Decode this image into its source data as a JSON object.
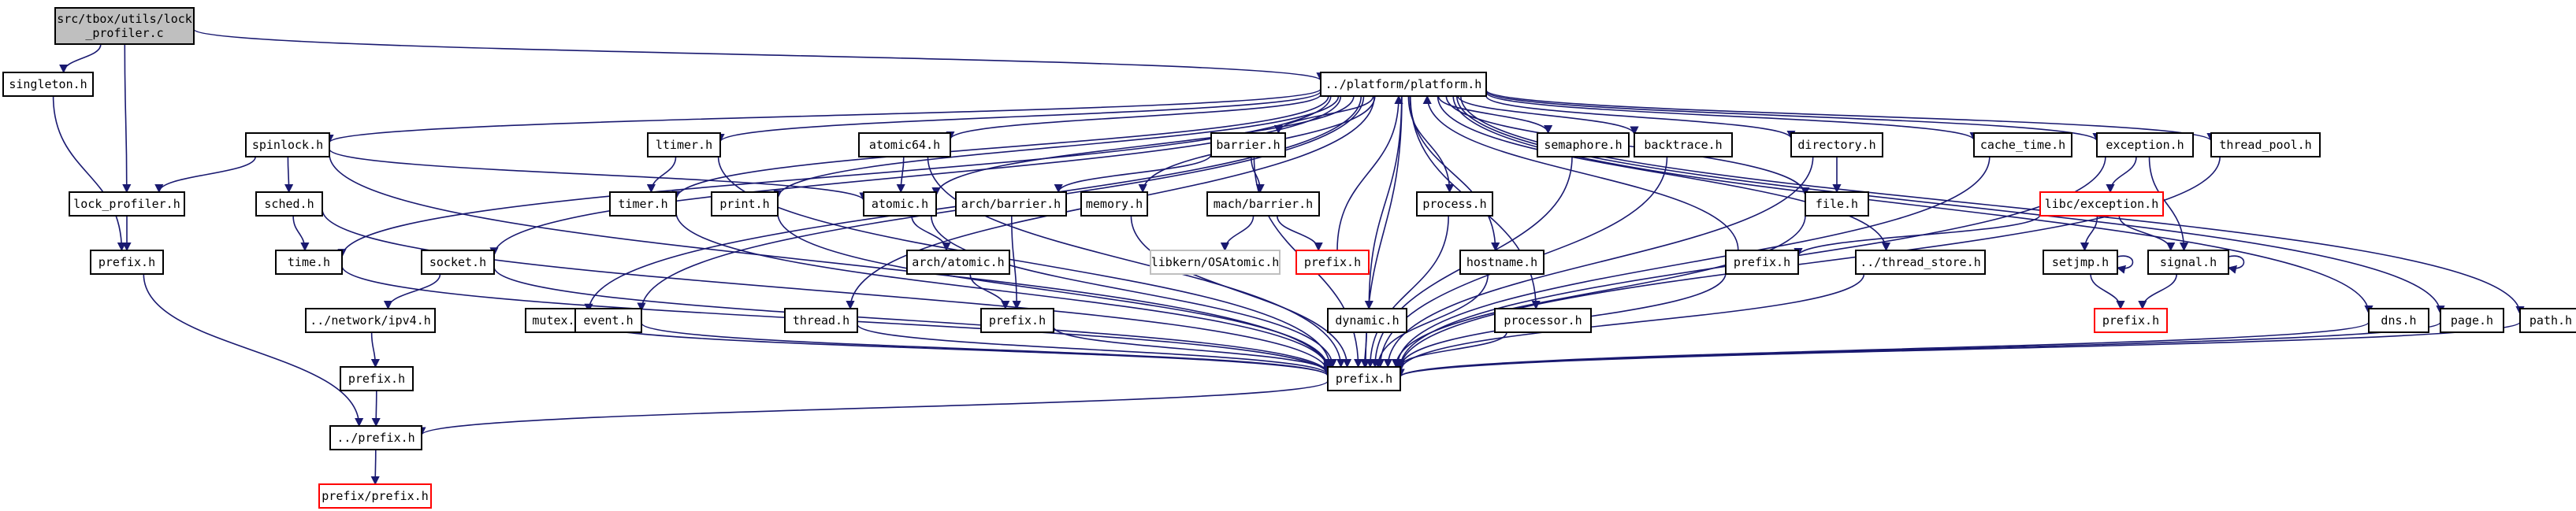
{
  "colors": {
    "edge": "#191970",
    "node_border": "#000000",
    "node_fill": "#ffffff",
    "root_fill": "#bfbfbf",
    "missing_border": "#ff0000",
    "external_border": "#bfbfbf",
    "external_text": "#7f7f7f"
  },
  "nodes": [
    {
      "id": "root",
      "lines": [
        "src/tbox/utils/lock",
        "_profiler.c"
      ],
      "kind": "root"
    },
    {
      "id": "singleton",
      "lines": [
        "singleton.h"
      ]
    },
    {
      "id": "platform",
      "lines": [
        "../platform/platform.h"
      ]
    },
    {
      "id": "spinlock",
      "lines": [
        "spinlock.h"
      ]
    },
    {
      "id": "lock_profiler",
      "lines": [
        "lock_profiler.h"
      ]
    },
    {
      "id": "sched",
      "lines": [
        "sched.h"
      ]
    },
    {
      "id": "prefix_a",
      "lines": [
        "prefix.h"
      ]
    },
    {
      "id": "time",
      "lines": [
        "time.h"
      ]
    },
    {
      "id": "socket",
      "lines": [
        "socket.h"
      ]
    },
    {
      "id": "ipv4",
      "lines": [
        "../network/ipv4.h"
      ]
    },
    {
      "id": "prefix_b",
      "lines": [
        "prefix.h"
      ]
    },
    {
      "id": "dotprefix",
      "lines": [
        "../prefix.h"
      ]
    },
    {
      "id": "prefixprefix",
      "lines": [
        "prefix/prefix.h"
      ],
      "kind": "missing"
    },
    {
      "id": "mutex",
      "lines": [
        "mutex.h"
      ]
    },
    {
      "id": "event",
      "lines": [
        "event.h"
      ]
    },
    {
      "id": "ltimer",
      "lines": [
        "ltimer.h"
      ]
    },
    {
      "id": "timer",
      "lines": [
        "timer.h"
      ]
    },
    {
      "id": "print",
      "lines": [
        "print.h"
      ]
    },
    {
      "id": "thread",
      "lines": [
        "thread.h"
      ]
    },
    {
      "id": "atomic64",
      "lines": [
        "atomic64.h"
      ]
    },
    {
      "id": "atomic",
      "lines": [
        "atomic.h"
      ]
    },
    {
      "id": "arch_atomic",
      "lines": [
        "arch/atomic.h"
      ]
    },
    {
      "id": "prefix_c",
      "lines": [
        "prefix.h"
      ]
    },
    {
      "id": "barrier",
      "lines": [
        "barrier.h"
      ]
    },
    {
      "id": "arch_barrier",
      "lines": [
        "arch/barrier.h"
      ]
    },
    {
      "id": "mach_barrier",
      "lines": [
        "mach/barrier.h"
      ]
    },
    {
      "id": "osatomic",
      "lines": [
        "libkern/OSAtomic.h"
      ],
      "kind": "external"
    },
    {
      "id": "prefix_red1",
      "lines": [
        "prefix.h"
      ],
      "kind": "missing"
    },
    {
      "id": "memory",
      "lines": [
        "memory.h"
      ]
    },
    {
      "id": "dynamic",
      "lines": [
        "dynamic.h"
      ]
    },
    {
      "id": "process",
      "lines": [
        "process.h"
      ]
    },
    {
      "id": "hostname",
      "lines": [
        "hostname.h"
      ]
    },
    {
      "id": "processor",
      "lines": [
        "processor.h"
      ]
    },
    {
      "id": "semaphore",
      "lines": [
        "semaphore.h"
      ]
    },
    {
      "id": "backtrace",
      "lines": [
        "backtrace.h"
      ]
    },
    {
      "id": "directory",
      "lines": [
        "directory.h"
      ]
    },
    {
      "id": "file",
      "lines": [
        "file.h"
      ]
    },
    {
      "id": "prefix_d",
      "lines": [
        "prefix.h"
      ]
    },
    {
      "id": "thread_store",
      "lines": [
        "../thread_store.h"
      ]
    },
    {
      "id": "cache_time",
      "lines": [
        "cache_time.h"
      ]
    },
    {
      "id": "exception",
      "lines": [
        "exception.h"
      ]
    },
    {
      "id": "libc_exception",
      "lines": [
        "libc/exception.h"
      ],
      "kind": "missing"
    },
    {
      "id": "setjmp",
      "lines": [
        "setjmp.h"
      ]
    },
    {
      "id": "signal",
      "lines": [
        "signal.h"
      ]
    },
    {
      "id": "prefix_red2",
      "lines": [
        "prefix.h"
      ],
      "kind": "missing"
    },
    {
      "id": "thread_pool",
      "lines": [
        "thread_pool.h"
      ]
    },
    {
      "id": "dns",
      "lines": [
        "dns.h"
      ]
    },
    {
      "id": "page",
      "lines": [
        "page.h"
      ]
    },
    {
      "id": "path",
      "lines": [
        "path.h"
      ]
    },
    {
      "id": "prefix_main",
      "lines": [
        "prefix.h"
      ]
    }
  ],
  "edges": [
    [
      "root",
      "singleton"
    ],
    [
      "root",
      "lock_profiler"
    ],
    [
      "root",
      "platform"
    ],
    [
      "singleton",
      "prefix_a"
    ],
    [
      "lock_profiler",
      "prefix_a"
    ],
    [
      "prefix_a",
      "dotprefix"
    ],
    [
      "platform",
      "spinlock"
    ],
    [
      "platform",
      "time"
    ],
    [
      "platform",
      "socket"
    ],
    [
      "platform",
      "mutex"
    ],
    [
      "platform",
      "event"
    ],
    [
      "platform",
      "ltimer"
    ],
    [
      "platform",
      "timer"
    ],
    [
      "platform",
      "print"
    ],
    [
      "platform",
      "thread"
    ],
    [
      "platform",
      "atomic64"
    ],
    [
      "platform",
      "atomic"
    ],
    [
      "platform",
      "barrier"
    ],
    [
      "platform",
      "memory"
    ],
    [
      "platform",
      "dynamic"
    ],
    [
      "platform",
      "process"
    ],
    [
      "platform",
      "hostname"
    ],
    [
      "platform",
      "processor"
    ],
    [
      "platform",
      "semaphore"
    ],
    [
      "platform",
      "backtrace"
    ],
    [
      "platform",
      "directory"
    ],
    [
      "platform",
      "file"
    ],
    [
      "platform",
      "thread_store"
    ],
    [
      "platform",
      "cache_time"
    ],
    [
      "platform",
      "exception"
    ],
    [
      "platform",
      "thread_pool"
    ],
    [
      "platform",
      "dns"
    ],
    [
      "platform",
      "page"
    ],
    [
      "platform",
      "path"
    ],
    [
      "platform",
      "prefix_main"
    ],
    [
      "spinlock",
      "lock_profiler"
    ],
    [
      "spinlock",
      "sched"
    ],
    [
      "spinlock",
      "atomic"
    ],
    [
      "spinlock",
      "prefix_main"
    ],
    [
      "sched",
      "time"
    ],
    [
      "sched",
      "prefix_main"
    ],
    [
      "time",
      "prefix_main"
    ],
    [
      "socket",
      "ipv4"
    ],
    [
      "socket",
      "prefix_main"
    ],
    [
      "ipv4",
      "prefix_b"
    ],
    [
      "prefix_b",
      "dotprefix"
    ],
    [
      "dotprefix",
      "prefixprefix"
    ],
    [
      "mutex",
      "prefix_main"
    ],
    [
      "event",
      "prefix_main"
    ],
    [
      "ltimer",
      "timer"
    ],
    [
      "ltimer",
      "prefix_main"
    ],
    [
      "timer",
      "prefix_main"
    ],
    [
      "print",
      "prefix_main"
    ],
    [
      "thread",
      "prefix_main"
    ],
    [
      "atomic64",
      "atomic"
    ],
    [
      "atomic64",
      "prefix_main"
    ],
    [
      "atomic",
      "arch_atomic"
    ],
    [
      "atomic",
      "prefix_main"
    ],
    [
      "arch_atomic",
      "prefix_c"
    ],
    [
      "prefix_c",
      "prefix_main"
    ],
    [
      "barrier",
      "arch_barrier"
    ],
    [
      "barrier",
      "mach_barrier"
    ],
    [
      "barrier",
      "prefix_main"
    ],
    [
      "arch_barrier",
      "prefix_c"
    ],
    [
      "mach_barrier",
      "osatomic"
    ],
    [
      "mach_barrier",
      "prefix_red1"
    ],
    [
      "prefix_red1",
      "platform"
    ],
    [
      "memory",
      "prefix_main"
    ],
    [
      "dynamic",
      "prefix_main"
    ],
    [
      "process",
      "prefix_main"
    ],
    [
      "hostname",
      "prefix_main"
    ],
    [
      "processor",
      "prefix_main"
    ],
    [
      "semaphore",
      "prefix_main"
    ],
    [
      "backtrace",
      "prefix_main"
    ],
    [
      "directory",
      "file"
    ],
    [
      "directory",
      "prefix_main"
    ],
    [
      "file",
      "prefix_main"
    ],
    [
      "prefix_d",
      "platform"
    ],
    [
      "prefix_d",
      "prefix_main"
    ],
    [
      "thread_store",
      "prefix_main"
    ],
    [
      "cache_time",
      "prefix_main"
    ],
    [
      "exception",
      "libc_exception"
    ],
    [
      "exception",
      "signal"
    ],
    [
      "exception",
      "prefix_main"
    ],
    [
      "libc_exception",
      "prefix_d"
    ],
    [
      "libc_exception",
      "setjmp"
    ],
    [
      "libc_exception",
      "signal"
    ],
    [
      "setjmp",
      "setjmp"
    ],
    [
      "setjmp",
      "prefix_red2"
    ],
    [
      "signal",
      "signal"
    ],
    [
      "signal",
      "prefix_red2"
    ],
    [
      "thread_pool",
      "prefix_main"
    ],
    [
      "dns",
      "prefix_main"
    ],
    [
      "page",
      "prefix_main"
    ],
    [
      "path",
      "prefix_main"
    ],
    [
      "prefix_main",
      "dotprefix"
    ]
  ]
}
